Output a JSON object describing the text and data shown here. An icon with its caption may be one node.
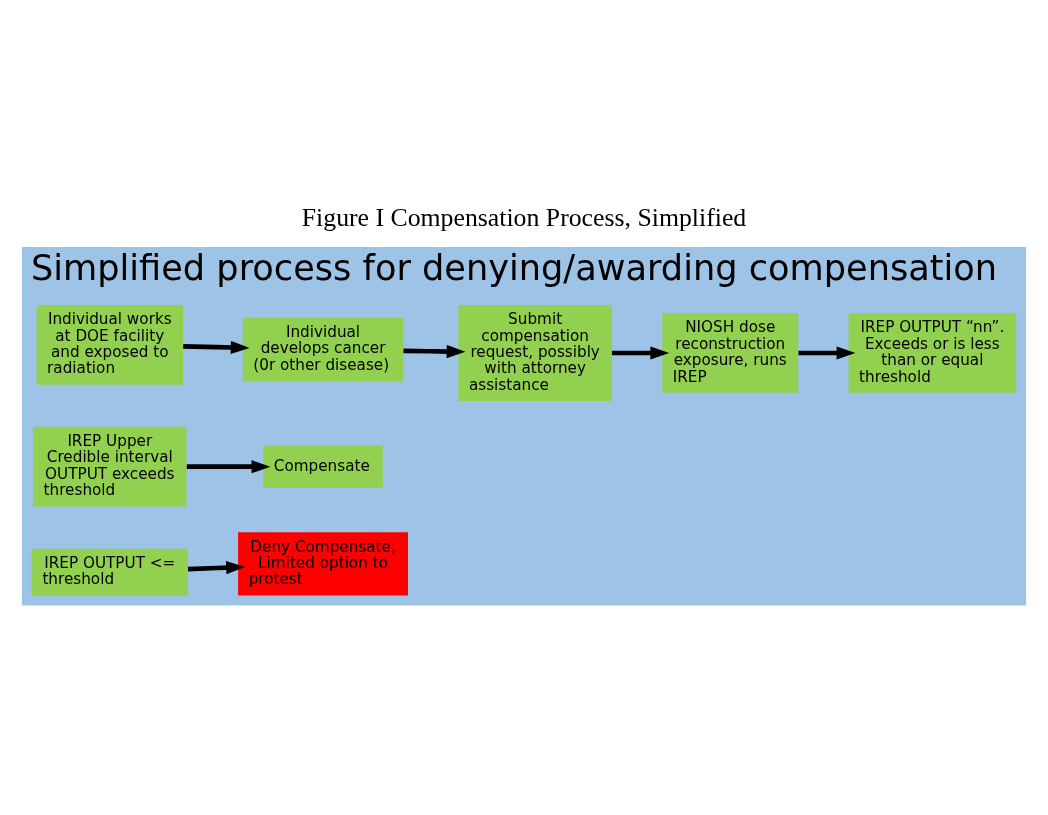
{
  "diagram": {
    "title": "Figure I Compensation Process, Simplified",
    "nodes": [
      {
        "text": [
          "Simplified process for denying/awarding compensation"
        ]
      },
      {
        "text": [
          "Individual works at DOE facility and exposed to radiation"
        ],
        "in": 0
      },
      {
        "text": [
          "Individual develops cancer (0r other disease)"
        ],
        "in": 0
      },
      {
        "text": [
          "Submit compensation request, possibly with attorney assistance"
        ],
        "in": 0
      },
      {
        "text": [
          "NIOSH dose reconstruction exposure, runs IREP"
        ],
        "in": 0
      },
      {
        "text": [
          "IREP OUTPUT “nn”. Exceeds or is less than or equal threshold"
        ],
        "in": 0
      },
      {
        "text": [
          "IREP Upper Credible interval OUTPUT exceeds threshold"
        ],
        "in": 0
      },
      {
        "text": [
          "Compensate"
        ],
        "in": 0
      },
      {
        "text": [
          "IREP OUTPUT <= threshold"
        ],
        "in": 0
      },
      {
        "text": [
          "Deny Compensate, Limited option to protest"
        ],
        "in": 0
      }
    ],
    "edges": [
      {
        "from": 1,
        "to": 2,
        "arrow": "to"
      },
      {
        "from": 2,
        "to": 3,
        "arrow": "to"
      },
      {
        "from": 3,
        "to": 4,
        "arrow": "to"
      },
      {
        "from": 4,
        "to": 5,
        "arrow": "to"
      },
      {
        "from": 6,
        "to": 7,
        "arrow": "to"
      },
      {
        "from": 8,
        "to": 9,
        "arrow": "to"
      }
    ]
  }
}
